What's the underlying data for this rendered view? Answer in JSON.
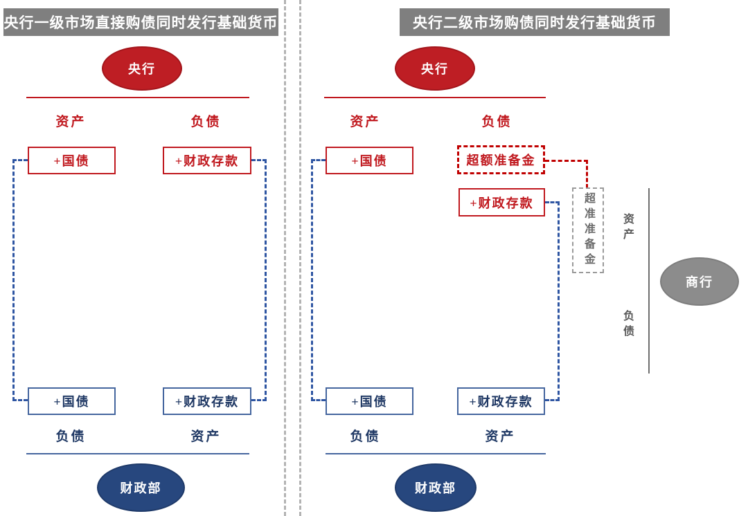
{
  "left_panel": {
    "title": "央行一级市场直接购债同时发行基础货币",
    "central_bank": "央行",
    "cb_assets_label": "资产",
    "cb_liabilities_label": "负债",
    "cb_asset_box": "+国债",
    "cb_liability_box": "+财政存款",
    "mof_liability_box": "+国债",
    "mof_asset_box": "+财政存款",
    "mof_liabilities_label": "负债",
    "mof_assets_label": "资产",
    "ministry_of_finance": "财政部"
  },
  "right_panel": {
    "title": "央行二级市场购债同时发行基础货币",
    "central_bank": "央行",
    "cb_assets_label": "资产",
    "cb_liabilities_label": "负债",
    "cb_asset_box": "+国债",
    "excess_reserves_box": "超额准备金",
    "fiscal_deposit_box": "+财政存款",
    "mof_liability_box": "+国债",
    "mof_asset_box": "+财政存款",
    "mof_liabilities_label": "负债",
    "mof_assets_label": "资产",
    "ministry_of_finance": "财政部",
    "commercial_bank": {
      "reserve_box_vertical": "超准准备金",
      "assets_label": "资产",
      "liabilities_label": "负债",
      "name": "商行"
    }
  },
  "colors": {
    "title_bg": "#7f7f7f",
    "red_accent": "#c0181e",
    "red_dash": "#c00000",
    "navy_fill": "#27477e",
    "navy_border": "#44659e",
    "navy_text": "#1f3864",
    "blue_dash": "#2e55a2",
    "gray_entity": "#8c8c8c",
    "gray_dash": "#9a9a9a",
    "gray_line": "#6e6e6e",
    "divider_gray": "#b3b3b3"
  }
}
